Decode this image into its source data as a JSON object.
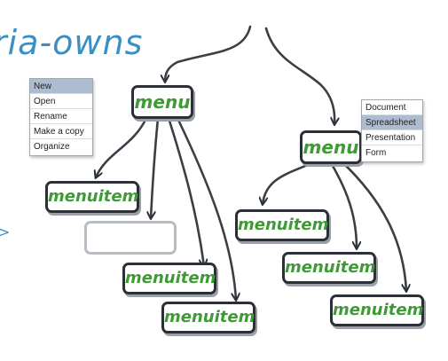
{
  "title": "ria-owns",
  "colors": {
    "title": "#3a8fc4",
    "node_text": "#3e9a35",
    "node_border": "#2b2f36",
    "selected_row": "#aebcd1"
  },
  "left_tree": {
    "menu": "menu",
    "items": [
      "menuitem",
      "",
      "menuitem",
      "menuitem"
    ]
  },
  "right_tree": {
    "menu": "menu",
    "items": [
      "menuitem",
      "menuitem",
      "menuitem"
    ]
  },
  "left_popup": {
    "items": [
      "New",
      "Open",
      "Rename",
      "Make a copy",
      "Organize"
    ],
    "selected": "New"
  },
  "right_popup": {
    "items": [
      "Document",
      "Spreadsheet",
      "Presentation",
      "Form"
    ],
    "selected": "Spreadsheet"
  },
  "edge_arrow": ">"
}
